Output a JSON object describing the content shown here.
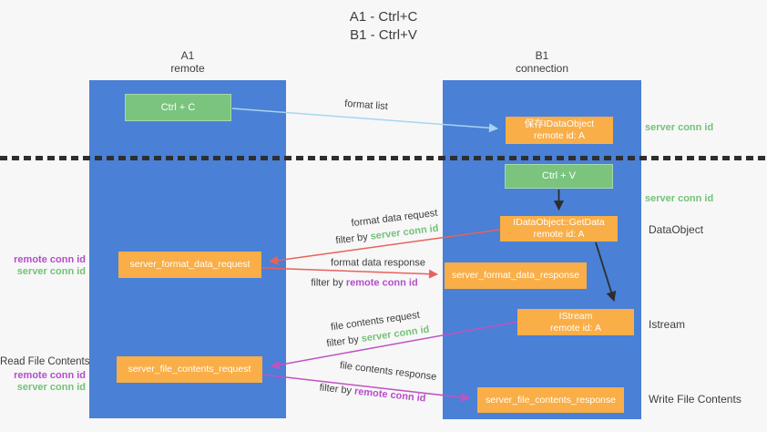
{
  "title": {
    "line1": "A1 - Ctrl+C",
    "line2": "B1 - Ctrl+V"
  },
  "lanes": {
    "a1": {
      "name": "A1",
      "role": "remote"
    },
    "b1": {
      "name": "B1",
      "role": "connection"
    }
  },
  "nodes": {
    "ctrl_c": "Ctrl + C",
    "ctrl_v": "Ctrl + V",
    "save_dataobject": {
      "title": "保存IDataObject",
      "subtitle": "remote id: A"
    },
    "getdata": {
      "title": "IDataObject::GetData",
      "subtitle": "remote id: A"
    },
    "istream": {
      "title": "IStream",
      "subtitle": "remote id: A"
    },
    "format_request": "server_format_data_request",
    "format_response": "server_format_data_response",
    "file_request": "server_file_contents_request",
    "file_response": "server_file_contents_response"
  },
  "edge_labels": {
    "format_list": "format list",
    "format_data_request": "format data request",
    "format_data_response": "format data response",
    "file_contents_request": "file contents request",
    "file_contents_response": "file contents response",
    "filter_by": "filter by"
  },
  "side_labels": {
    "server_conn_id": "server conn id",
    "remote_conn_id": "remote conn id",
    "data_object": "DataObject",
    "istream": "Istream",
    "read_file_contents": "Read File Contents",
    "write_file_contents": "Write File Contents"
  },
  "colors": {
    "background": "#f7f7f8",
    "lane": "#4a80d5",
    "green_box": "#7ac47e",
    "orange_box": "#f9ae47",
    "blue_arrow": "#a9d4f1",
    "red_arrow": "#e8625a",
    "magenta_arrow": "#c053c2",
    "black_arrow": "#2d2d2d",
    "green_text": "#74c276",
    "purple_text": "#b44ec8",
    "dark_text": "#3d3d3d",
    "dotted_line": "#2e2e2e"
  }
}
